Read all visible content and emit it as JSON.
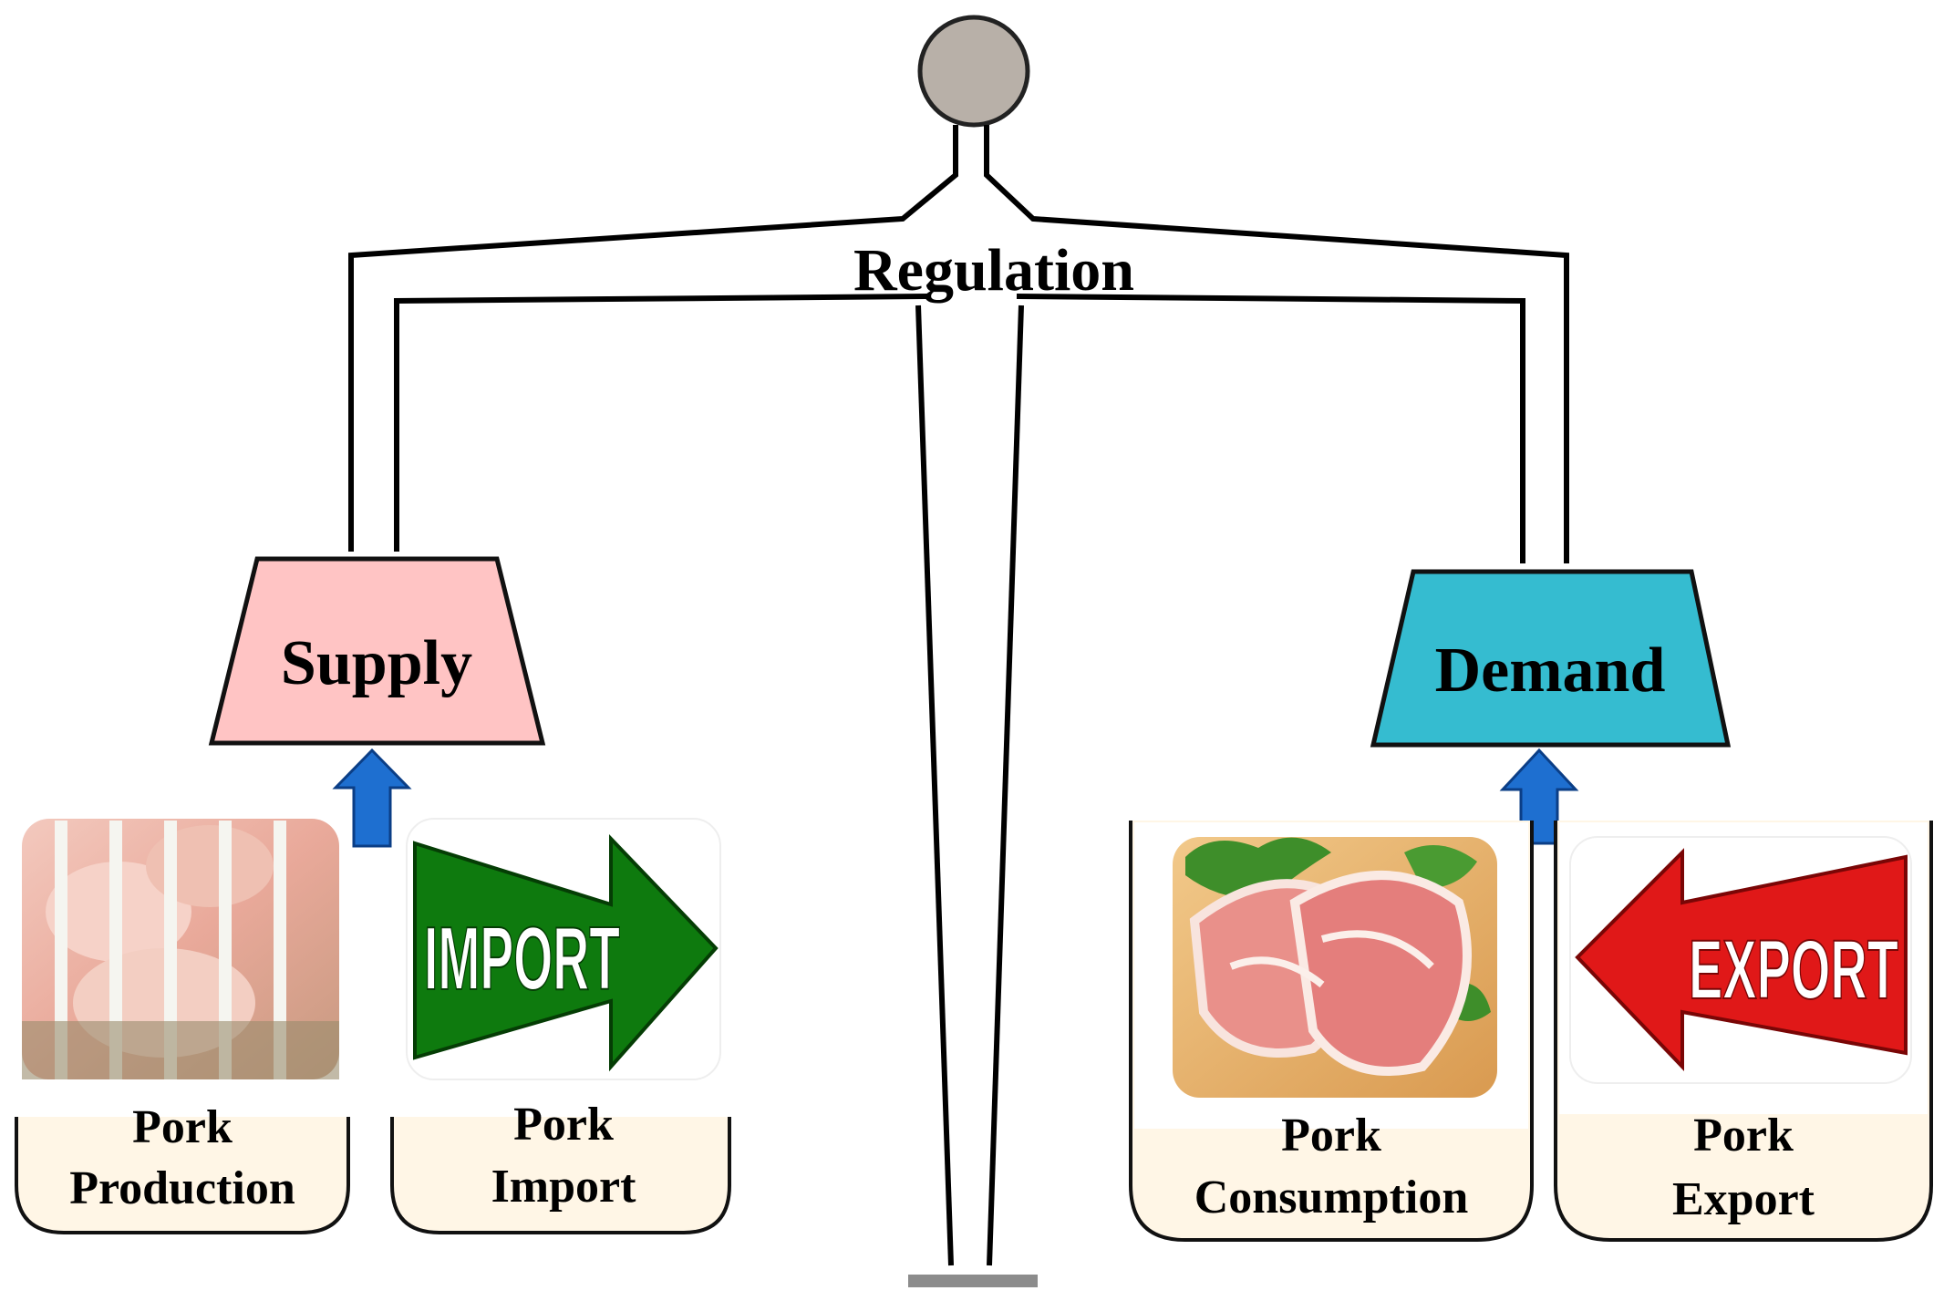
{
  "title": "Regulation",
  "supply": {
    "label": "Supply",
    "fill": "#FFC4C4",
    "sources": [
      {
        "caption_line1": "Pork",
        "caption_line2": "Production",
        "icon": "pig-pen-photo-icon"
      },
      {
        "caption_line1": "Pork",
        "caption_line2": "Import",
        "icon": "import-arrow-icon",
        "sign_text": "IMPORT",
        "sign_color": "#0E7A0E"
      }
    ]
  },
  "demand": {
    "label": "Demand",
    "fill": "#35BCD0",
    "sources": [
      {
        "caption_line1": "Pork",
        "caption_line2": "Consumption",
        "icon": "pork-meat-photo-icon"
      },
      {
        "caption_line1": "Pork",
        "caption_line2": "Export",
        "icon": "export-arrow-icon",
        "sign_text": "EXPORT",
        "sign_color": "#E01818"
      }
    ]
  },
  "colors": {
    "arrow": "#1E6FD0",
    "caption_bg": "#FFF6E6",
    "pivot": "#B8B0A8"
  }
}
